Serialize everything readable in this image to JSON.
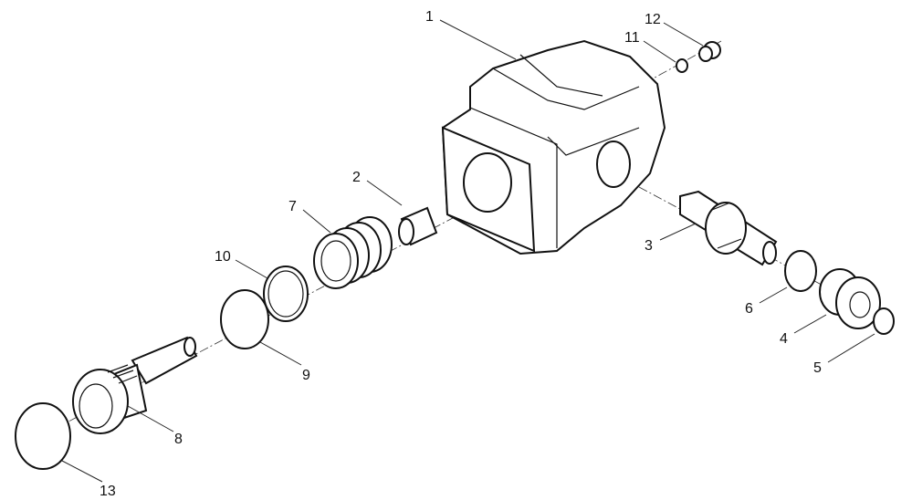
{
  "diagram": {
    "type": "exploded parts diagram",
    "callouts": [
      "1",
      "2",
      "3",
      "4",
      "5",
      "6",
      "7",
      "8",
      "9",
      "10",
      "11",
      "12",
      "13"
    ]
  }
}
